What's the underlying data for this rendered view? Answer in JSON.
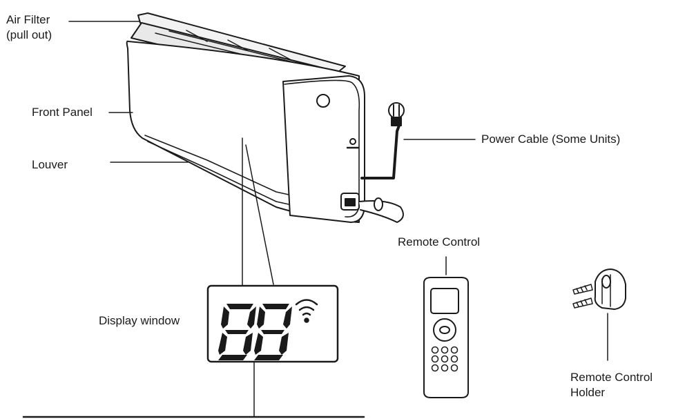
{
  "labels": {
    "air_filter_line1": "Air Filter",
    "air_filter_line2": "(pull out)",
    "front_panel": "Front Panel",
    "louver": "Louver",
    "power_cable": "Power Cable (Some Units)",
    "remote_control": "Remote Control",
    "display_window": "Display window",
    "remote_holder_line1": "Remote Control",
    "remote_holder_line2": "Holder"
  },
  "display": {
    "digits": "88",
    "wifi_icon": "wifi-icon"
  },
  "colors": {
    "ink": "#1a1a1a",
    "background": "#ffffff"
  }
}
